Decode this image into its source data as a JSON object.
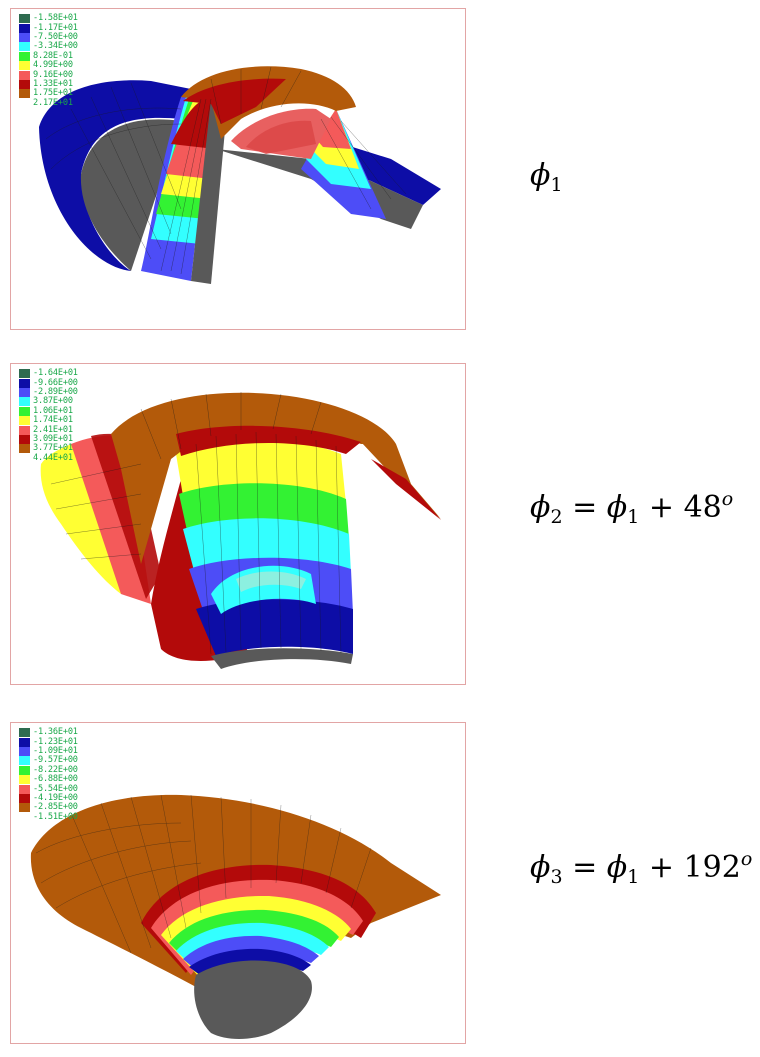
{
  "colors": {
    "scale": [
      "#2e6b4f",
      "#0d0da6",
      "#4d4df7",
      "#33ffff",
      "#33f233",
      "#ffff33",
      "#f45a5a",
      "#b30a0a",
      "#b35a0a"
    ],
    "core": "#595959",
    "mesh": "#1a1a1a",
    "legend_text": "#1aa84a",
    "panel_border": "#e2a5a5"
  },
  "panels": [
    {
      "legend": [
        "-1.58E+01",
        "-1.17E+01",
        "-7.50E+00",
        "-3.34E+00",
        "8.28E-01",
        "4.99E+00",
        "9.16E+00",
        "1.33E+01",
        "1.75E+01",
        "2.17E+01"
      ],
      "caption": {
        "symbol": "ϕ",
        "subscript": "1",
        "operator": "",
        "base_symbol": "",
        "base_subscript": "",
        "plus": "",
        "angle": "",
        "degree": ""
      }
    },
    {
      "legend": [
        "-1.64E+01",
        "-9.66E+00",
        "-2.89E+00",
        "3.87E+00",
        "1.06E+01",
        "1.74E+01",
        "2.41E+01",
        "3.09E+01",
        "3.77E+01",
        "4.44E+01"
      ],
      "caption": {
        "symbol": "ϕ",
        "subscript": "2",
        "operator": "=",
        "base_symbol": "ϕ",
        "base_subscript": "1",
        "plus": "+",
        "angle": "48",
        "degree": "o"
      }
    },
    {
      "legend": [
        "-1.36E+01",
        "-1.23E+01",
        "-1.09E+01",
        "-9.57E+00",
        "-8.22E+00",
        "-6.88E+00",
        "-5.54E+00",
        "-4.19E+00",
        "-2.85E+00",
        "-1.51E+00"
      ],
      "caption": {
        "symbol": "ϕ",
        "subscript": "3",
        "operator": "=",
        "base_symbol": "ϕ",
        "base_subscript": "1",
        "plus": "+",
        "angle": "192",
        "degree": "o"
      }
    }
  ]
}
